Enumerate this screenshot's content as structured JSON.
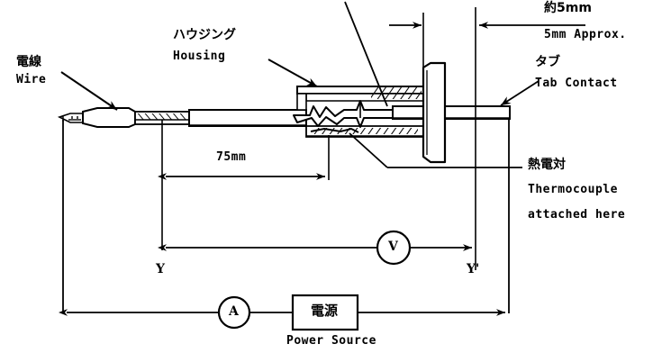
{
  "figure": {
    "title_visible": false,
    "background_color": "#ffffff",
    "line_color": "#000000"
  },
  "annotations": {
    "wire": {
      "jp": "電線",
      "en": "Wire"
    },
    "housing": {
      "jp": "ハウジング",
      "en": "Housing"
    },
    "tab_contact": {
      "jp": "タブ",
      "en": "Tab Contact"
    },
    "thermocouple": {
      "jp": "熱電対",
      "en1": "Thermocouple",
      "en2": "attached here"
    },
    "approx_5mm": {
      "jp": "約5mm",
      "en": "5mm Approx."
    }
  },
  "dimensions": {
    "length_75mm": "75mm"
  },
  "nodes": {
    "left": "Y",
    "right": "Y'"
  },
  "meters": {
    "voltmeter": "V",
    "ammeter": "A"
  },
  "power_source": {
    "jp": "電源",
    "en": "Power Source"
  }
}
